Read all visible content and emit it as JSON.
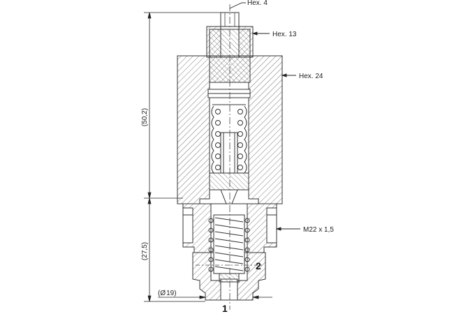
{
  "labels": {
    "hex4": "Hex. 4",
    "hex13": "Hex. 13",
    "hex24": "Hex. 24",
    "thread": "M22 x 1,5"
  },
  "dimensions": {
    "upper_length": "(50,2)",
    "lower_length": "(27,5)",
    "diameter_symbol": "Ø",
    "diameter_value": "19"
  },
  "ports": {
    "side": "2",
    "bottom": "1"
  }
}
